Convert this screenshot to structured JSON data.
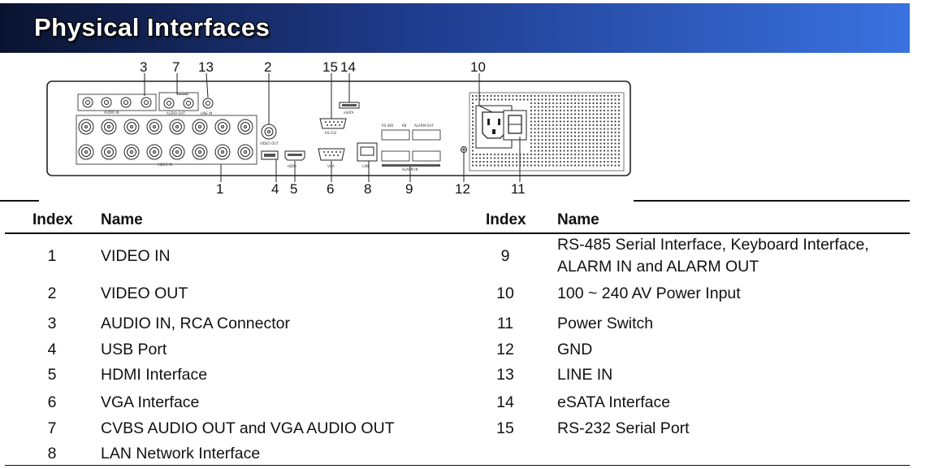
{
  "page_title": "Physical Interfaces",
  "table": {
    "headers": {
      "index_left": "Index",
      "name_left": "Name",
      "index_right": "Index",
      "name_right": "Name"
    },
    "left_rows": [
      {
        "index": "1",
        "name": "VIDEO IN"
      },
      {
        "index": "2",
        "name": "VIDEO OUT"
      },
      {
        "index": "3",
        "name": "AUDIO IN, RCA Connector"
      },
      {
        "index": "4",
        "name": "USB Port"
      },
      {
        "index": "5",
        "name": "HDMI Interface"
      },
      {
        "index": "6",
        "name": "VGA Interface"
      },
      {
        "index": "7",
        "name": "CVBS AUDIO OUT and VGA AUDIO OUT"
      },
      {
        "index": "8",
        "name": "LAN Network Interface"
      }
    ],
    "right_rows": [
      {
        "index": "9",
        "name": "RS-485 Serial Interface, Keyboard Interface, ALARM IN and ALARM OUT"
      },
      {
        "index": "10",
        "name": "100 ~ 240 AV Power Input"
      },
      {
        "index": "11",
        "name": "Power Switch"
      },
      {
        "index": "12",
        "name": "GND"
      },
      {
        "index": "13",
        "name": "LINE IN"
      },
      {
        "index": "14",
        "name": "eSATA Interface"
      },
      {
        "index": "15",
        "name": "RS-232 Serial Port"
      }
    ]
  },
  "diagram": {
    "callouts_top": [
      "3",
      "7",
      "13",
      "2",
      "15",
      "14",
      "10"
    ],
    "callouts_bottom": [
      "1",
      "4",
      "5",
      "6",
      "8",
      "9",
      "12",
      "11"
    ],
    "port_labels": {
      "audio_in": "AUDIO IN",
      "audio_out": "AUDIO OUT",
      "line_in": "LINE IN",
      "video_out": "VIDEO OUT",
      "rs232": "RS-232",
      "esata": "eSATA",
      "video_in": "VIDEO IN",
      "hdmi": "HDMI",
      "vga": "VGA",
      "lan": "LAN",
      "rs485": "RS-485",
      "kb": "KB",
      "alarm_out": "ALARM OUT",
      "alarm_in": "ALARM IN"
    }
  },
  "colors": {
    "banner_dark": "#0a1430",
    "banner_light": "#3a72e0",
    "title_text": "#ffffff"
  }
}
